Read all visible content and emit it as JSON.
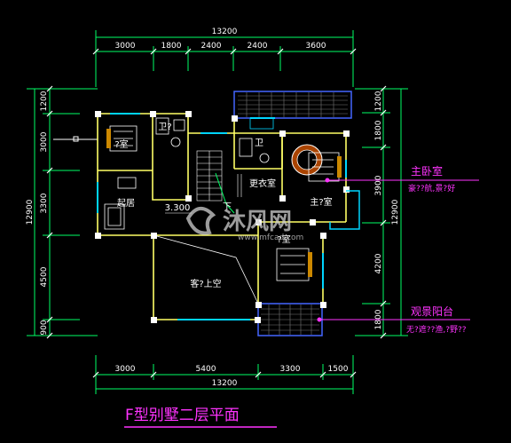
{
  "colors": {
    "background": "#000000",
    "wall": "#ffff66",
    "window": "#00d5ff",
    "dimension": "#00ff66",
    "text": "#ffffff",
    "annotation": "#ff33ff",
    "balcony": "#4466ff"
  },
  "top_dims": {
    "total": "13200",
    "segments": [
      "3000",
      "1800",
      "2400",
      "2400",
      "3600"
    ]
  },
  "bottom_dims": {
    "total": "13200",
    "segments": [
      "3000",
      "5400",
      "3300",
      "1500"
    ]
  },
  "left_dims": {
    "total": "12900",
    "segments": [
      "1200",
      "3000",
      "3300",
      "4500",
      "900"
    ]
  },
  "right_dims": {
    "total": "12900",
    "segments": [
      "1200",
      "1800",
      "3900",
      "4200",
      "1800"
    ]
  },
  "rooms": {
    "bedroom_nw": "?室",
    "bathroom_small": "卫?",
    "bathroom_mid": "卫",
    "living": "起居",
    "elevation": "3.300",
    "stair": "下",
    "closet": "更衣室",
    "master": "主?室",
    "bedroom_se": "?室",
    "void": "客?上空"
  },
  "annotations": {
    "master_title": "主卧室",
    "master_note": "豪??航,景?好",
    "balcony_title": "观景阳台",
    "balcony_note": "无?遮??渔,?野??"
  },
  "title": "F型别墅二层平面",
  "watermark": {
    "brand": "沐风网",
    "url": "www.mfcad.com"
  }
}
